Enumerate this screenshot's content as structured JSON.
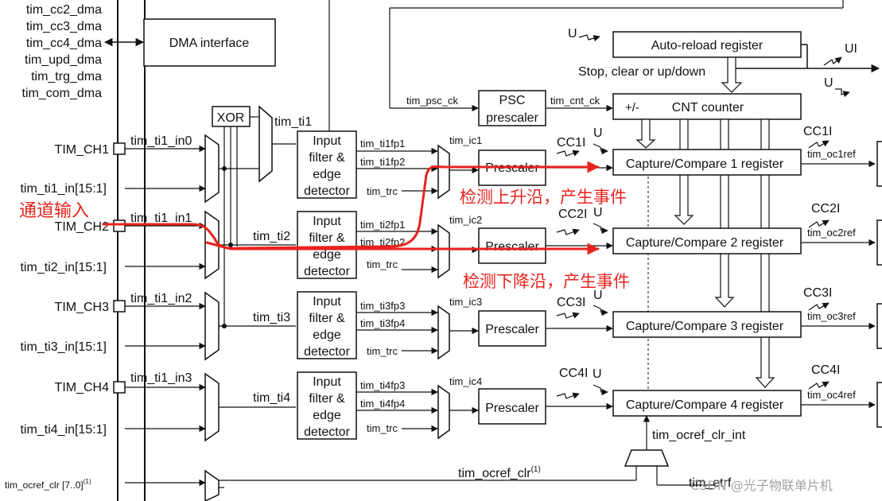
{
  "left_signals": [
    "tim_cc2_dma",
    "tim_cc3_dma",
    "tim_cc4_dma",
    "tim_upd_dma",
    "tim_trg_dma",
    "tim_com_dma"
  ],
  "dma_label": "DMA interface",
  "inputs": {
    "ch1": "TIM_CH1",
    "ti1_in": "tim_ti1_in[15:1]",
    "ch2": "TIM_CH2",
    "ti2_in": "tim_ti2_in[15:1]",
    "ch3": "TIM_CH3",
    "ti3_in": "tim_ti3_in[15:1]",
    "ch4": "TIM_CH4",
    "ti4_in": "tim_ti4_in[15:1]",
    "ocref_clr": "tim_ocref_clr [7..0]",
    "sup1": "(1)"
  },
  "ti_in": [
    "tim_ti1_in0",
    "tim_ti1_in1",
    "tim_ti1_in2",
    "tim_ti1_in3"
  ],
  "xor": "XOR",
  "ti": [
    "tim_ti1",
    "tim_ti2",
    "tim_ti3",
    "tim_ti4"
  ],
  "filter": {
    "line1": "Input",
    "line2": "filter &",
    "line3": "edge",
    "line4": "detector"
  },
  "tifp": [
    [
      "tim_ti1fp1",
      "tim_ti1fp2"
    ],
    [
      "tim_ti2fp1",
      "tim_ti2fp2"
    ],
    [
      "tim_ti3fp3",
      "tim_ti3fp4"
    ],
    [
      "tim_ti4fp3",
      "tim_ti4fp4"
    ]
  ],
  "trc": "tim_trc",
  "ic": [
    "tim_ic1",
    "tim_ic2",
    "tim_ic3",
    "tim_ic4"
  ],
  "prescaler": "Prescaler",
  "psc": {
    "line1": "PSC",
    "line2": "prescaler",
    "in": "tim_psc_ck",
    "out": "tim_cnt_ck"
  },
  "arr": "Auto-reload register",
  "stop_clear": "Stop, clear or up/down",
  "cnt": {
    "sign": "+/-",
    "label": "CNT counter"
  },
  "u": "U",
  "ui": "UI",
  "cc": [
    "Capture/Compare 1 register",
    "Capture/Compare 2 register",
    "Capture/Compare 3 register",
    "Capture/Compare 4 register"
  ],
  "cci": [
    "CC1I",
    "CC2I",
    "CC3I",
    "CC4I"
  ],
  "ocref": [
    "tim_oc1ref",
    "tim_oc2ref",
    "tim_oc3ref",
    "tim_oc4ref"
  ],
  "ocref_clr_int": "tim_ocref_clr_int",
  "ocref_clr_mid": "tim_ocref_clr",
  "etrf": "tim_etrf",
  "annotations": {
    "input": "通道输入",
    "rising": "检测上升沿，产生事件",
    "falling": "检测下降沿，产生事件"
  },
  "watermark": "CSDN @光子物联单片机",
  "colors": {
    "annotation": "#e8231c",
    "line": "#111111"
  }
}
